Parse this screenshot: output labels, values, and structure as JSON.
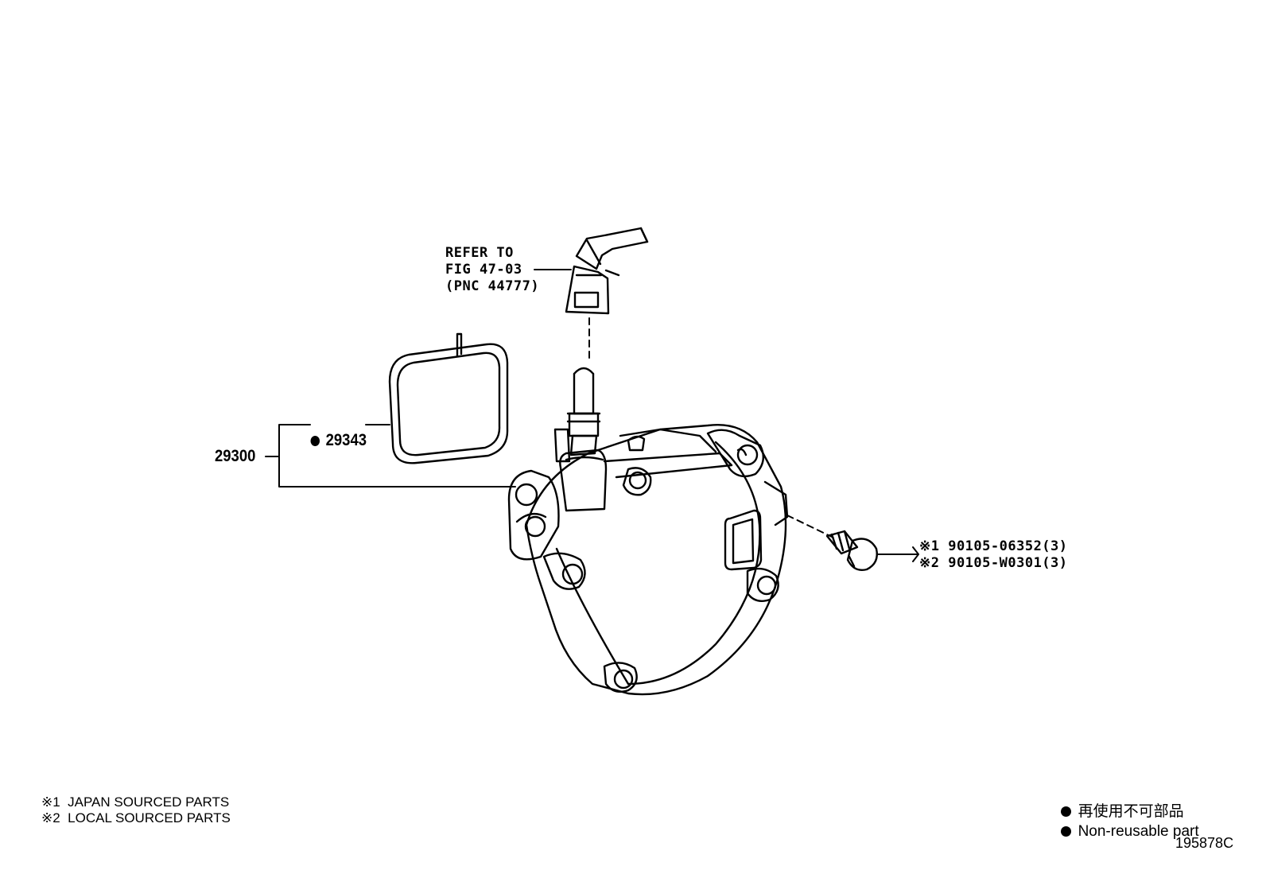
{
  "refer": {
    "line1": "REFER TO",
    "line2": "FIG 47-03",
    "line3": "(PNC 44777)"
  },
  "parts": {
    "assembly": "29300",
    "gasket": "29343",
    "bolt_1": "※1 90105-06352(3)",
    "bolt_2": "※2 90105-W0301(3)"
  },
  "notes": {
    "japan": "※1  JAPAN SOURCED PARTS",
    "local": "※2  LOCAL SOURCED PARTS"
  },
  "legend": {
    "symbol": "●",
    "jp": "再使用不可部品",
    "en": "Non-reusable part"
  },
  "figure_id": "195878C"
}
